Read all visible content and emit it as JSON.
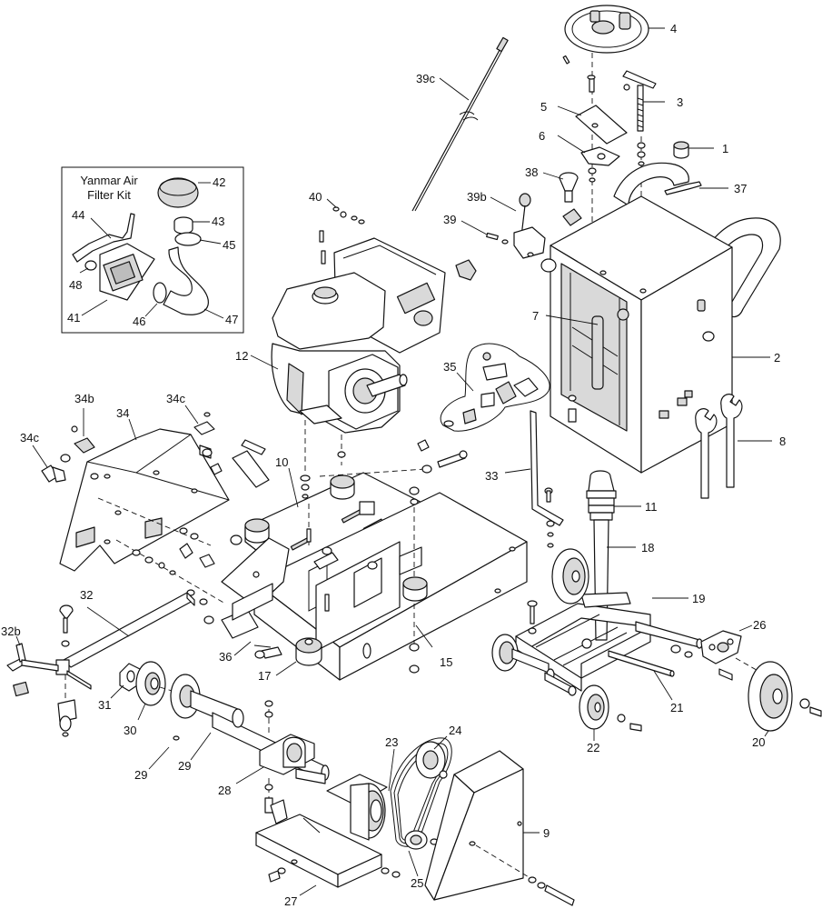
{
  "kit_box": {
    "title_line1": "Yanmar Air",
    "title_line2": "Filter Kit"
  },
  "labels": {
    "l1": "1",
    "l2": "2",
    "l3": "3",
    "l4": "4",
    "l5": "5",
    "l6": "6",
    "l7": "7",
    "l8": "8",
    "l9": "9",
    "l10": "10",
    "l11": "11",
    "l12": "12",
    "l15": "15",
    "l17": "17",
    "l18": "18",
    "l19": "19",
    "l20": "20",
    "l21": "21",
    "l22": "22",
    "l23": "23",
    "l24": "24",
    "l25": "25",
    "l26": "26",
    "l27": "27",
    "l28": "28",
    "l29": "29",
    "l29b": "29",
    "l30": "30",
    "l31": "31",
    "l32": "32",
    "l32b": "32b",
    "l33": "33",
    "l34": "34",
    "l34b": "34b",
    "l34c_a": "34c",
    "l34c_b": "34c",
    "l35": "35",
    "l36": "36",
    "l37": "37",
    "l38": "38",
    "l39": "39",
    "l39b": "39b",
    "l39c": "39c",
    "l40": "40",
    "l41": "41",
    "l42": "42",
    "l43": "43",
    "l44": "44",
    "l45": "45",
    "l46": "46",
    "l47": "47",
    "l48": "48"
  }
}
